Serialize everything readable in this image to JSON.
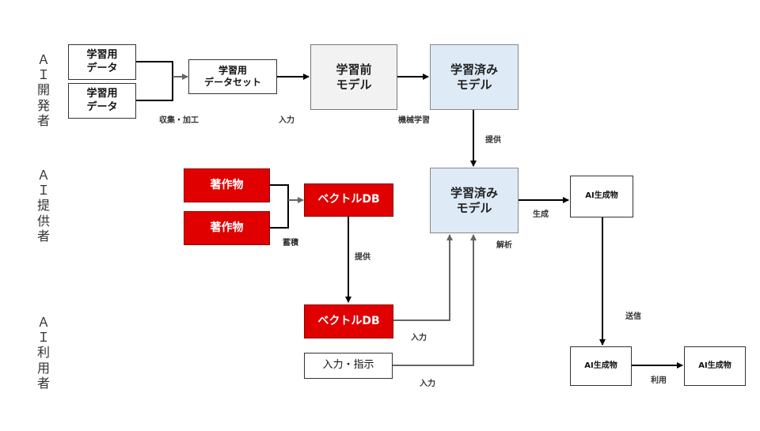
{
  "roles": {
    "developer": "ＡＩ開発者",
    "provider": "ＡＩ提供者",
    "user": "ＡＩ利用者"
  },
  "boxes": {
    "training_data_1": "学習用\nデータ",
    "training_data_2": "学習用\nデータ",
    "training_dataset": "学習用\nデータセット",
    "pretrained_model": "学習前\nモデル",
    "trained_model_dev": "学習済み\nモデル",
    "copyrighted_work_1": "著作物",
    "copyrighted_work_2": "著作物",
    "vector_db_provider": "ベクトルDB",
    "trained_model_provider": "学習済み\nモデル",
    "ai_output_provider": "AI生成物",
    "vector_db_user": "ベクトルDB",
    "input_instruction": "入力・指示",
    "ai_output_user": "AI生成物",
    "ai_output_final": "AI生成物"
  },
  "labels": {
    "collect_process": "収集・加工",
    "input_1": "入力",
    "machine_learning": "機械学習",
    "provide_1": "提供",
    "accumulate": "蓄積",
    "provide_2": "提供",
    "generate": "生成",
    "analyze": "解析",
    "send": "送信",
    "input_2": "入力",
    "input_3": "入力",
    "use": "利用"
  },
  "colors": {
    "red_box": "#e00000",
    "blue_box": "#deebf7",
    "grey_box": "#f2f2f2",
    "arrow": "#000000",
    "arrow_grey": "#666666"
  }
}
